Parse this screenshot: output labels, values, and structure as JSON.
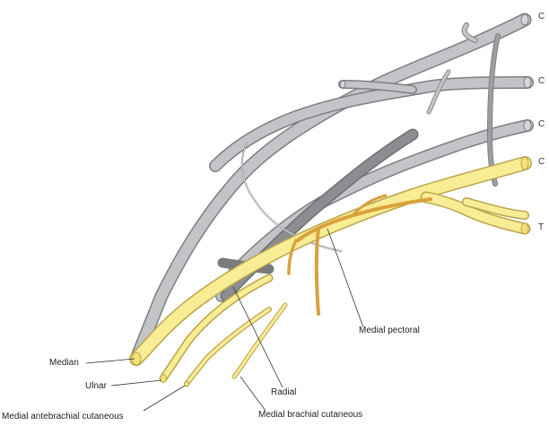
{
  "colors": {
    "nerve_gray": "#c3c4c7",
    "nerve_gray_dark": "#8c8d91",
    "nerve_gray_shadow": "#6e6f73",
    "nerve_gray_outline": "#7d7e82",
    "nerve_yellow": "#f8ec95",
    "nerve_yellow_outline": "#b8a54a",
    "nerve_orange": "#d9a13c",
    "leader_line": "#333333"
  },
  "roots": [
    {
      "id": "c5",
      "label": "C"
    },
    {
      "id": "c6",
      "label": "C"
    },
    {
      "id": "c7",
      "label": "C"
    },
    {
      "id": "c8",
      "label": "C"
    },
    {
      "id": "t1",
      "label": "T"
    }
  ],
  "labels": {
    "median": "Median",
    "ulnar": "Ulnar",
    "medial_antebrachial_cutaneous": "Medial antebrachial cutaneous",
    "radial": "Radial",
    "medial_brachial_cutaneous": "Medial brachial cutaneous",
    "medial_pectoral": "Medial pectoral"
  }
}
